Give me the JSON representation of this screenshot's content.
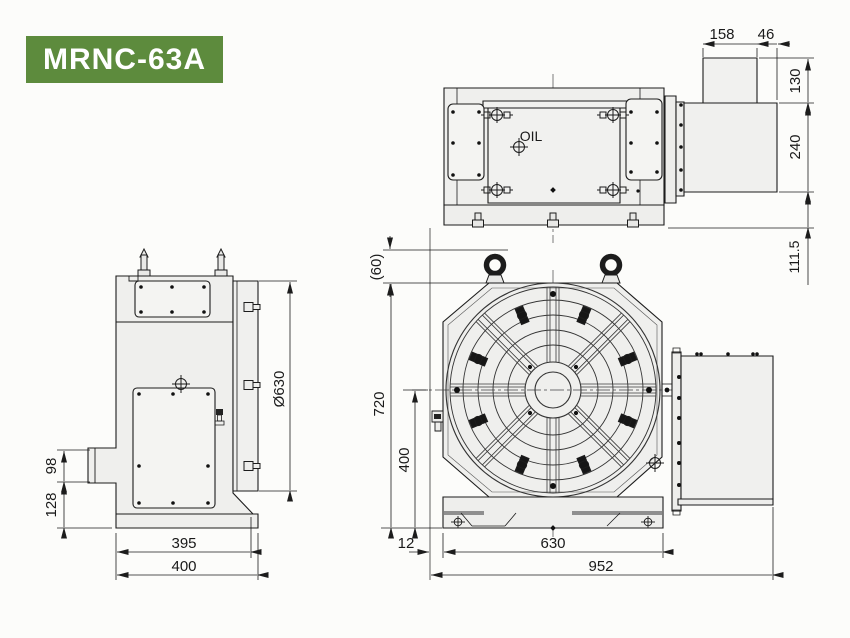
{
  "badge": {
    "model": "MRNC-63A"
  },
  "labels": {
    "oil": "OIL"
  },
  "dims": {
    "top_box_width": "158",
    "top_box_offset": "46",
    "top_box_height": "130",
    "motor_height": "240",
    "base_drop": "111.5",
    "eyebolt_height": "(60)",
    "body_height": "720",
    "center_height": "400",
    "left_offset": "12",
    "body_width": "630",
    "total_length": "952",
    "faceplate_diameter": "Ø630",
    "connector_height": "98",
    "base_height": "128",
    "body_depth": "395",
    "total_depth": "400"
  },
  "colors": {
    "badge_bg": "#5d8b3d",
    "badge_text": "#ffffff",
    "line": "#1c1c1c",
    "body_fill": "#efefed",
    "panel_fill": "#f4f4f2",
    "background": "#fcfcfa"
  }
}
